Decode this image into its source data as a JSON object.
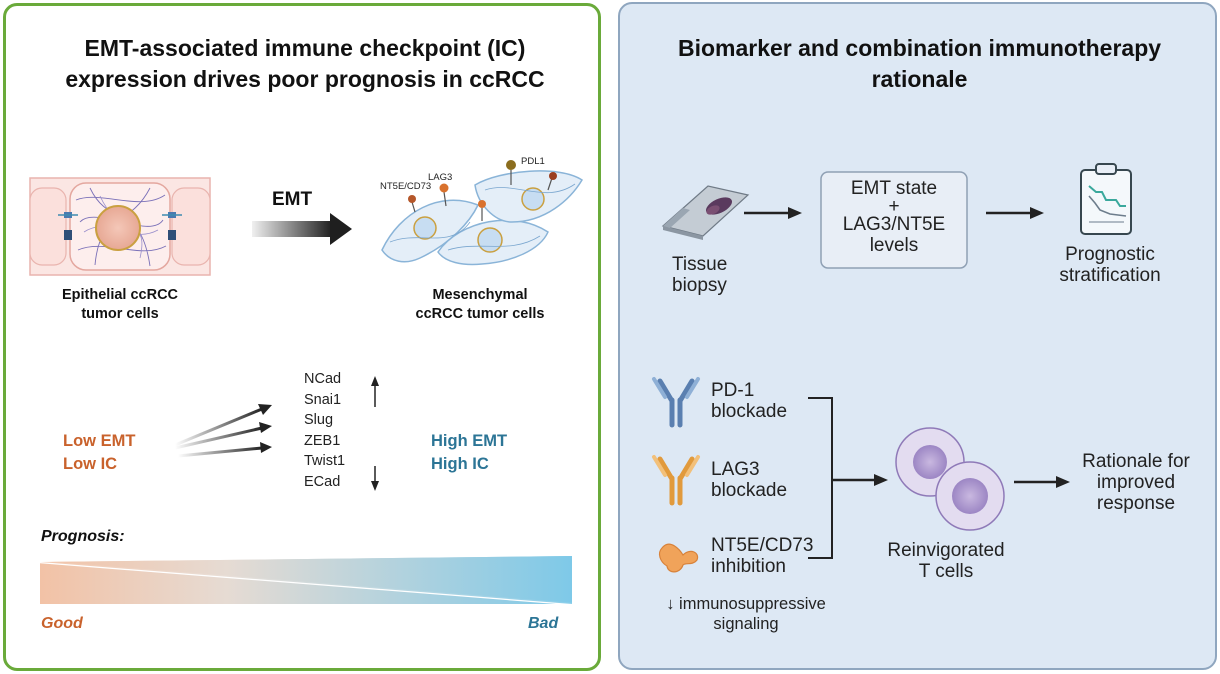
{
  "left": {
    "title_line1": "EMT-associated immune checkpoint (IC)",
    "title_line2": "expression drives poor prognosis in ccRCC",
    "emt_arrow_label": "EMT",
    "epithelial_line1": "Epithelial ccRCC",
    "epithelial_line2": "tumor cells",
    "mesenchymal_line1": "Mesenchymal",
    "mesenchymal_line2": "ccRCC tumor cells",
    "marker_labels": [
      "NT5E/CD73",
      "LAG3",
      "PDL1"
    ],
    "genes": [
      "NCad",
      "Snai1",
      "Slug",
      "ZEB1",
      "Twist1",
      "ECad"
    ],
    "low_line1": "Low EMT",
    "low_line2": "Low IC",
    "high_line1": "High EMT",
    "high_line2": "High IC",
    "prognosis_label": "Prognosis:",
    "good_label": "Good",
    "bad_label": "Bad"
  },
  "right": {
    "title_line1": "Biomarker and combination immunotherapy",
    "title_line2": "rationale",
    "tissue_line1": "Tissue",
    "tissue_line2": "biopsy",
    "box_line1": "EMT state",
    "box_line2": "+",
    "box_line3": "LAG3/NT5E",
    "box_line4": "levels",
    "prognostic_line1": "Prognostic",
    "prognostic_line2": "stratification",
    "pd1_line1": "PD-1",
    "pd1_line2": "blockade",
    "lag3_line1": "LAG3",
    "lag3_line2": "blockade",
    "nt5e_line1": "NT5E/CD73",
    "nt5e_line2": "inhibition",
    "suppress_line1": "↓ immunosuppressive",
    "suppress_line2": "signaling",
    "tcell_line1": "Reinvigorated",
    "tcell_line2": "T cells",
    "rationale_line1": "Rationale for",
    "rationale_line2": "improved",
    "rationale_line3": "response"
  },
  "colors": {
    "left_border": "#6aaa3a",
    "right_border": "#8fa6bf",
    "right_background": "#dde8f4",
    "low_text": "#c9622c",
    "high_text": "#2c7596",
    "good_color": "#f2c2a6",
    "bad_color": "#7ec9e8"
  }
}
